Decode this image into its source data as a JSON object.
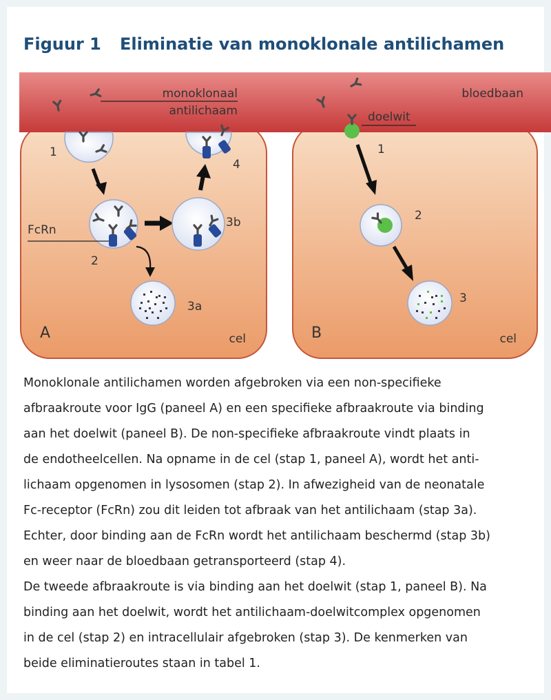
{
  "heading": {
    "figure_label": "Figuur 1",
    "title": "Eliminatie van monoklonale antilichamen"
  },
  "labels": {
    "monoclonal_line1": "monoklonaal",
    "monoclonal_line2": "antilichaam",
    "bloodstream": "bloedbaan",
    "target": "doelwit",
    "fcrn": "FcRn",
    "cell_a": "cel",
    "cell_b": "cel",
    "panel_a": "A",
    "panel_b": "B",
    "step_a1": "1",
    "step_a2": "2",
    "step_a3a": "3a",
    "step_a3b": "3b",
    "step_a4": "4",
    "step_b1": "1",
    "step_b2": "2",
    "step_b3": "3"
  },
  "colors": {
    "blood_top": "#e07a78",
    "blood_bottom": "#c63a3a",
    "cell_top": "#f7d3b6",
    "cell_bottom": "#eda070",
    "cell_border": "#c8553a",
    "vesicle": "#eaf0fa",
    "vesicle_border": "#9aa8c8",
    "receptor": "#274a9a",
    "target_green": "#5bbf4a",
    "antibody": "#4a4a4a",
    "heading": "#1f4e79"
  },
  "caption": {
    "p1": [
      "Monoklonale antilichamen worden afgebroken via een non-specifieke",
      "afbraakroute voor IgG (paneel A) en een specifieke afbraakroute via binding",
      "aan het doelwit (paneel B). De non-specifieke afbraakroute vindt plaats in",
      "de endotheelcellen. Na opname in de cel (stap 1, paneel A), wordt het anti-",
      "lichaam opgenomen in lysosomen (stap 2). In afwezigheid van de neonatale",
      "Fc-receptor (FcRn) zou dit leiden tot afbraak van het antilichaam (stap 3a).",
      "Echter, door binding aan de FcRn wordt het antilichaam beschermd (stap 3b)",
      "en weer naar de bloedbaan getransporteerd (stap 4)."
    ],
    "p2": [
      "De tweede afbraakroute is via binding aan het doelwit (stap 1, paneel B). Na",
      "binding aan het doelwit, wordt het antilichaam-doelwitcomplex opgenomen",
      "in de cel (stap 2) en intracellulair afgebroken (stap 3). De kenmerken van",
      "beide eliminatieroutes staan in tabel 1."
    ]
  }
}
